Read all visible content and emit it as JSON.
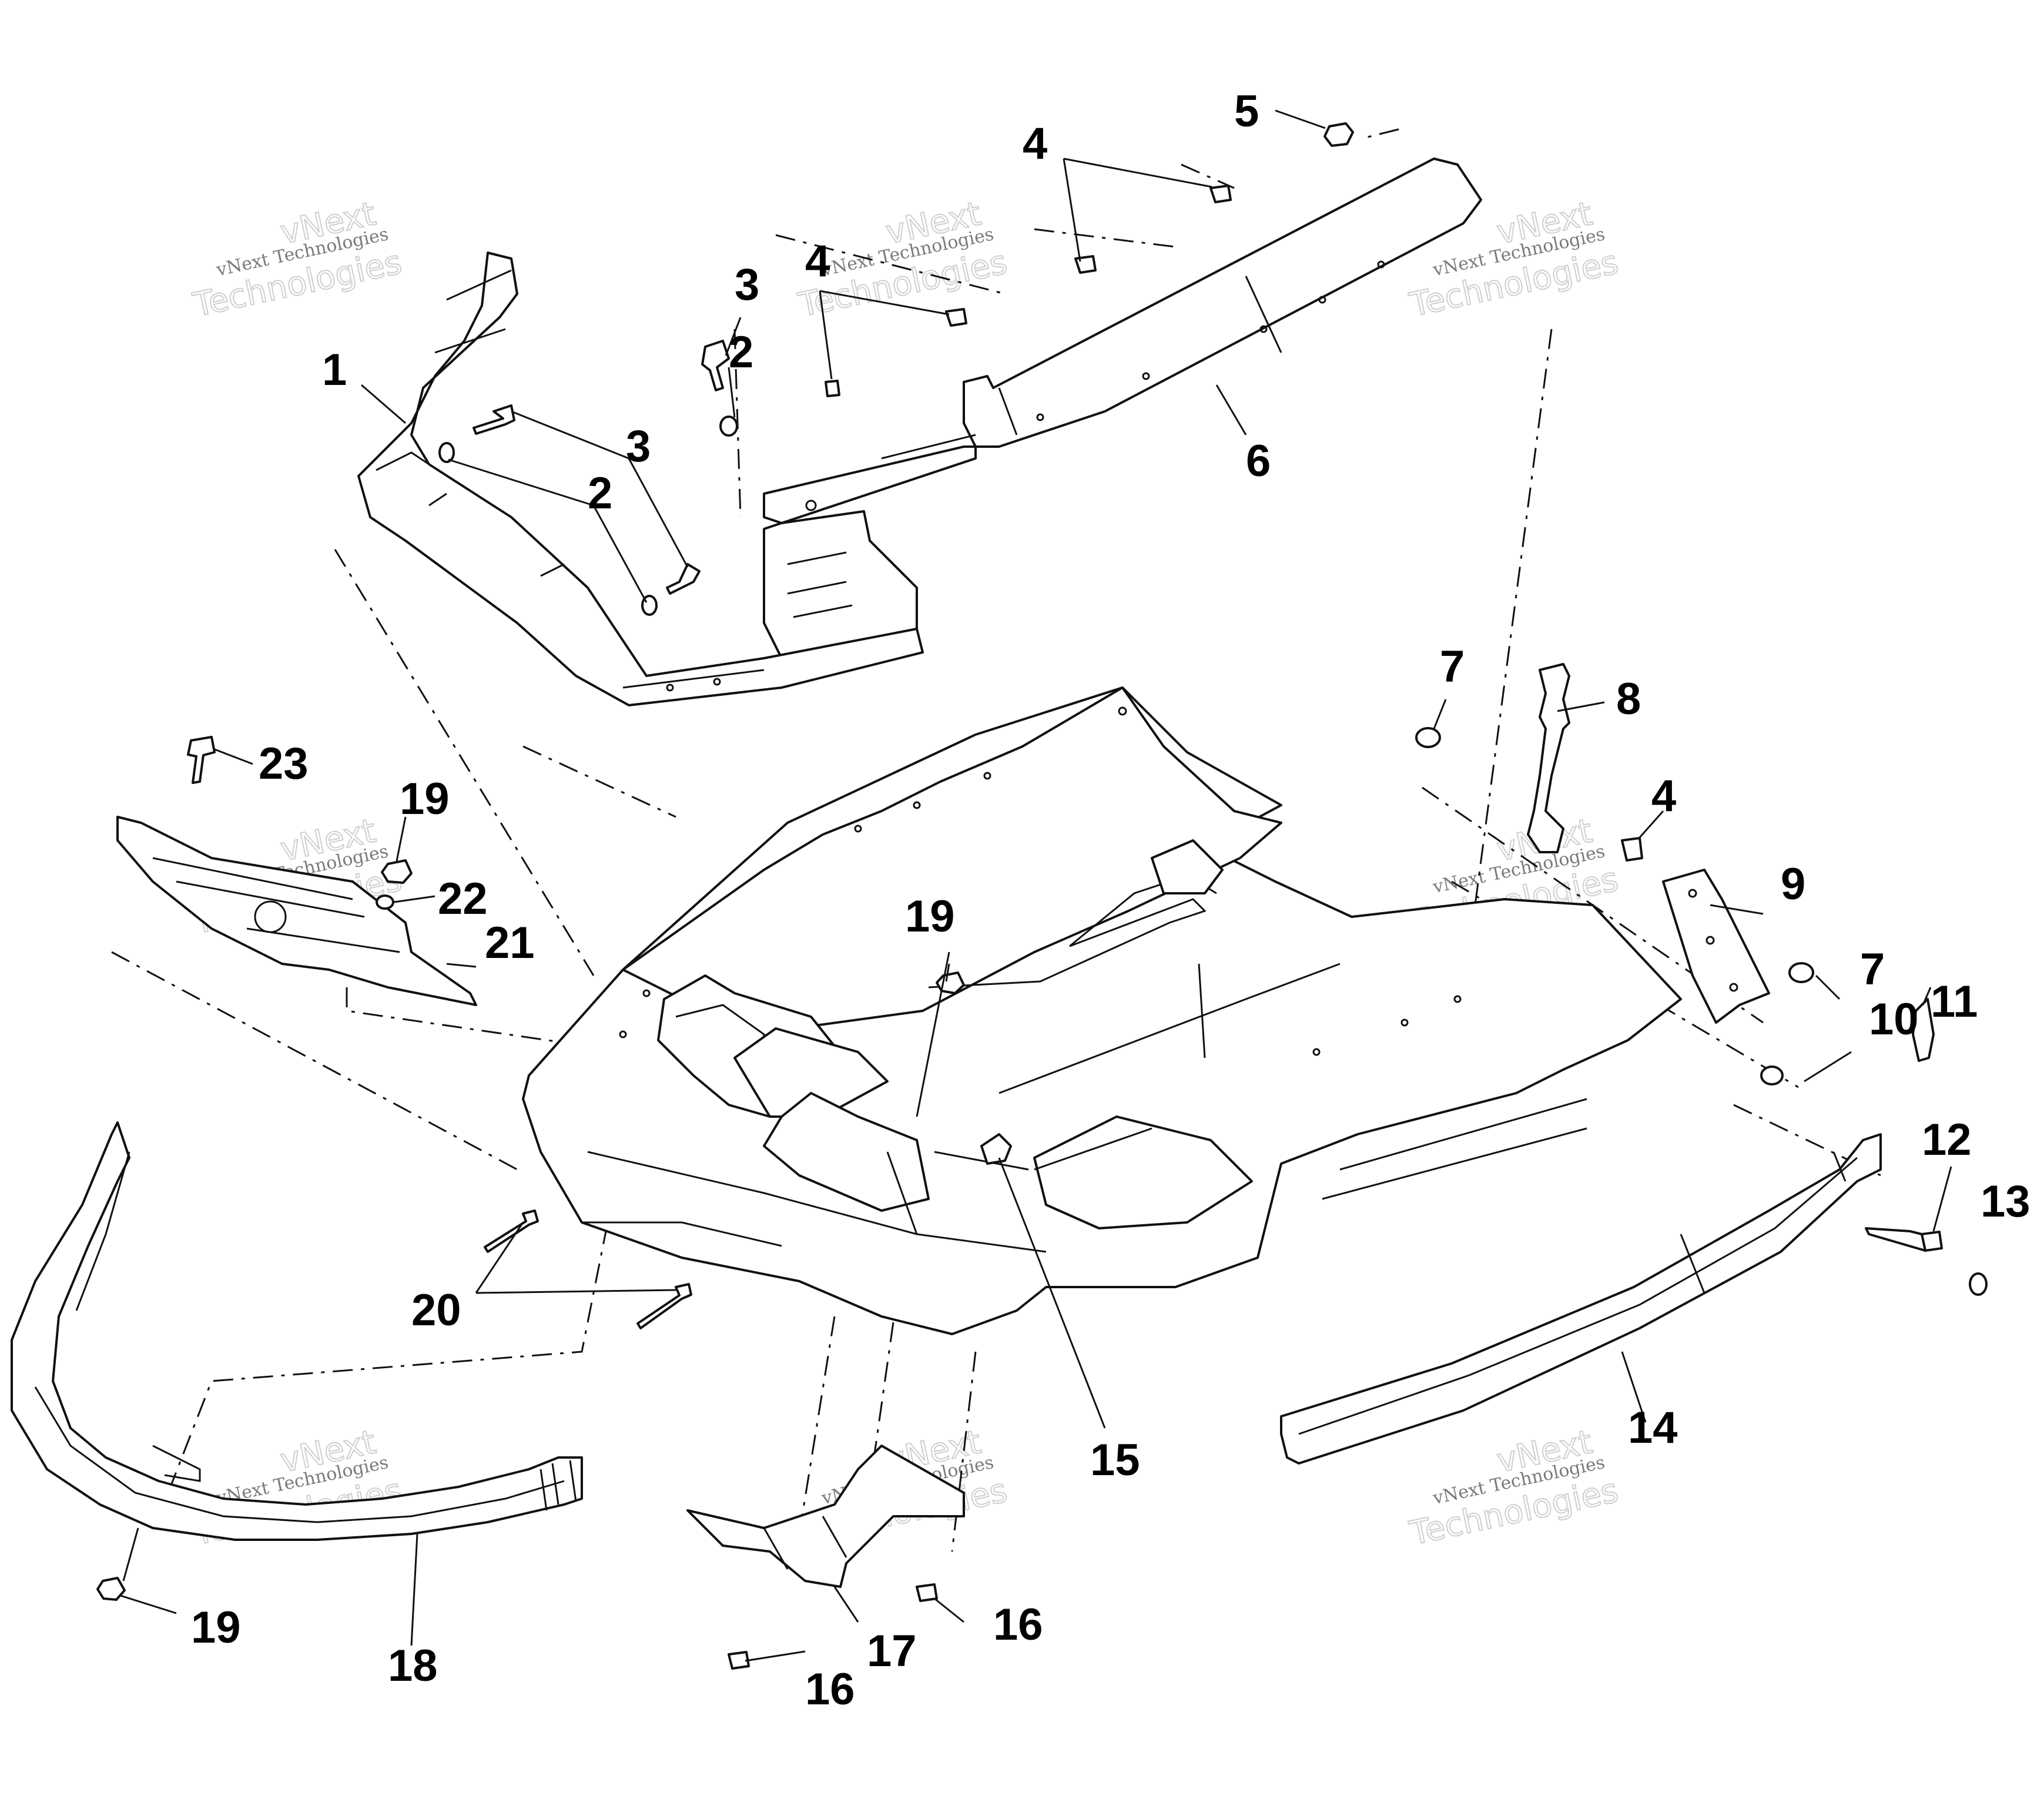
{
  "diagram": {
    "callouts": [
      {
        "id": "c1",
        "label": "1"
      },
      {
        "id": "c2a",
        "label": "2"
      },
      {
        "id": "c2b",
        "label": "2"
      },
      {
        "id": "c3a",
        "label": "3"
      },
      {
        "id": "c3b",
        "label": "3"
      },
      {
        "id": "c4a",
        "label": "4"
      },
      {
        "id": "c4b",
        "label": "4"
      },
      {
        "id": "c4c",
        "label": "4"
      },
      {
        "id": "c5",
        "label": "5"
      },
      {
        "id": "c6",
        "label": "6"
      },
      {
        "id": "c7a",
        "label": "7"
      },
      {
        "id": "c7b",
        "label": "7"
      },
      {
        "id": "c8",
        "label": "8"
      },
      {
        "id": "c9",
        "label": "9"
      },
      {
        "id": "c10",
        "label": "10"
      },
      {
        "id": "c11",
        "label": "11"
      },
      {
        "id": "c12",
        "label": "12"
      },
      {
        "id": "c13",
        "label": "13"
      },
      {
        "id": "c14",
        "label": "14"
      },
      {
        "id": "c15",
        "label": "15"
      },
      {
        "id": "c16a",
        "label": "16"
      },
      {
        "id": "c16b",
        "label": "16"
      },
      {
        "id": "c17",
        "label": "17"
      },
      {
        "id": "c18",
        "label": "18"
      },
      {
        "id": "c19a",
        "label": "19"
      },
      {
        "id": "c19b",
        "label": "19"
      },
      {
        "id": "c19c",
        "label": "19"
      },
      {
        "id": "c20",
        "label": "20"
      },
      {
        "id": "c21",
        "label": "21"
      },
      {
        "id": "c22",
        "label": "22"
      },
      {
        "id": "c23",
        "label": "23"
      }
    ],
    "watermark": {
      "line1": "vNext",
      "line2": "vNext Technologies",
      "line3": "Technologies"
    }
  }
}
